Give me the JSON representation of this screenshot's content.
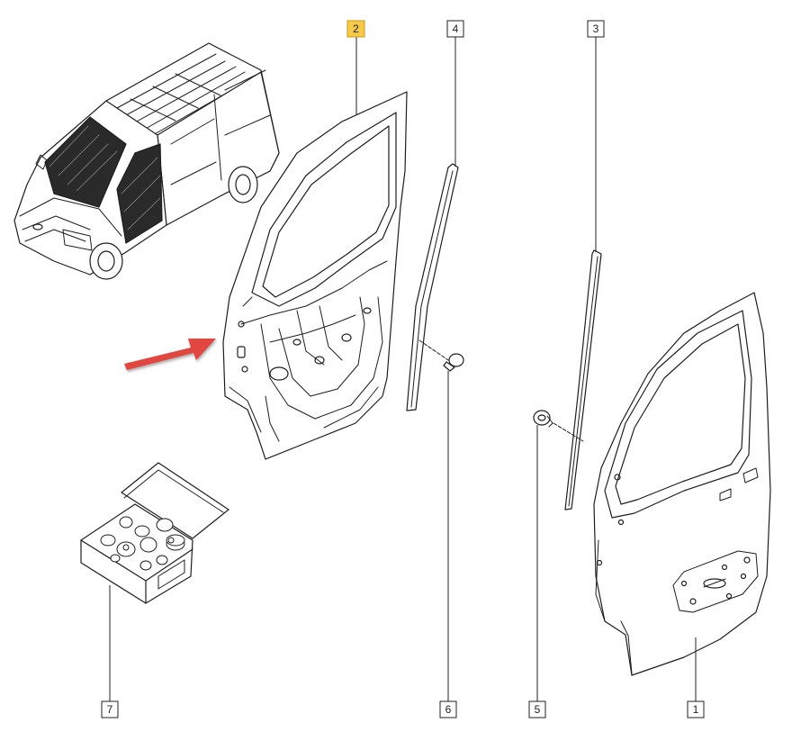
{
  "colors": {
    "selected_callout": "#f7c948",
    "arrow": "#e0463f",
    "line": "#1e1e1e"
  },
  "callouts": [
    {
      "id": "1",
      "label": "1",
      "part": "door-outer-panel"
    },
    {
      "id": "2",
      "label": "2",
      "part": "door-inner-frame",
      "selected": true
    },
    {
      "id": "3",
      "label": "3",
      "part": "window-seal-strip"
    },
    {
      "id": "4",
      "label": "4",
      "part": "window-channel-strip"
    },
    {
      "id": "5",
      "label": "5",
      "part": "clip-fastener"
    },
    {
      "id": "6",
      "label": "6",
      "part": "push-rivet"
    },
    {
      "id": "7",
      "label": "7",
      "part": "fixing-kit-box"
    }
  ],
  "icons": {
    "arrow": "red-pointer-arrow",
    "vehicle": "van-illustration"
  }
}
